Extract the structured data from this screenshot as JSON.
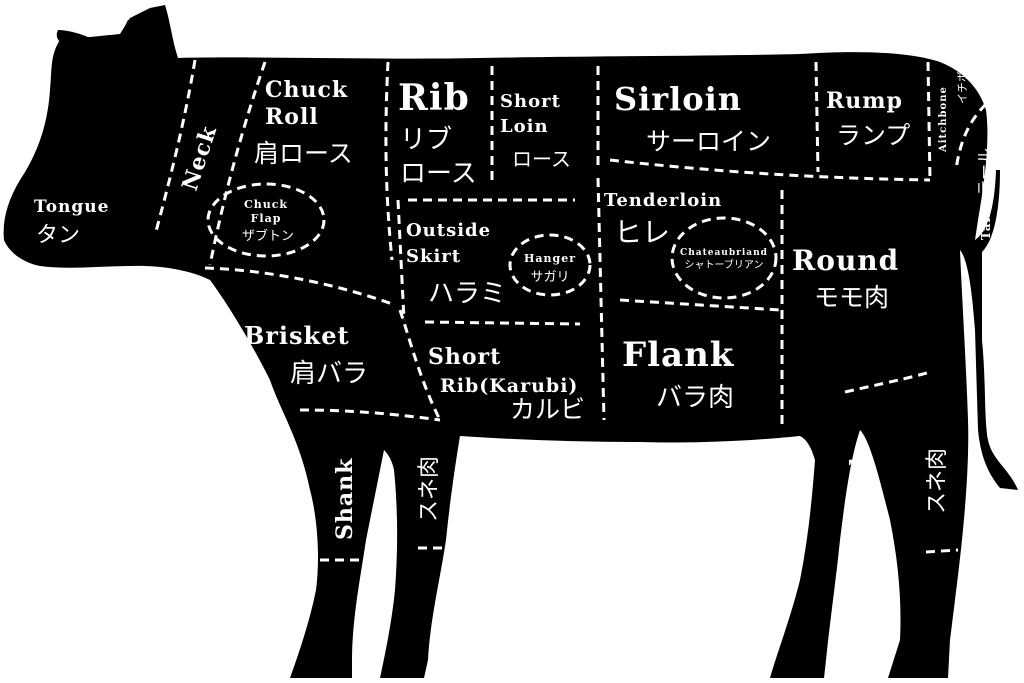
{
  "diagram": {
    "background_color": "#ffffff",
    "silhouette_color": "#000000",
    "label_color": "#ffffff",
    "cuts": {
      "tongue": {
        "en": "Tongue",
        "jp": "タン"
      },
      "neck": {
        "en": "Neck",
        "jp": ""
      },
      "chuck_roll": {
        "en_line1": "Chuck",
        "en_line2": "Roll",
        "jp": "肩ロース"
      },
      "chuck_flap": {
        "en_line1": "Chuck",
        "en_line2": "Flap",
        "jp": "ザブトン"
      },
      "rib": {
        "en": "Rib",
        "jp_line1": "リブ",
        "jp_line2": "ロース"
      },
      "short_loin": {
        "en_line1": "Short",
        "en_line2": "Loin",
        "jp": "ロース"
      },
      "sirloin": {
        "en": "Sirloin",
        "jp": "サーロイン"
      },
      "rump": {
        "en": "Rump",
        "jp": "ランプ"
      },
      "aitchbone": {
        "en": "Aitchbone",
        "jp": "イチボ"
      },
      "tail": {
        "en": "Tail",
        "jp": "テール"
      },
      "outside_skirt": {
        "en_line1": "Outside",
        "en_line2": "Skirt",
        "jp": "ハラミ"
      },
      "hanger": {
        "en": "Hanger",
        "jp": "サガリ"
      },
      "tenderloin": {
        "en": "Tenderloin",
        "jp": "ヒレ"
      },
      "chateaubriand": {
        "en": "Chateaubriand",
        "jp": "シャトーブリアン"
      },
      "round": {
        "en": "Round",
        "jp": "モモ肉"
      },
      "brisket": {
        "en": "Brisket",
        "jp": "肩バラ"
      },
      "short_rib": {
        "en_line1": "Short",
        "en_line2": "Rib(Karubi)",
        "jp": "カルビ"
      },
      "flank": {
        "en": "Flank",
        "jp": "バラ肉"
      },
      "shank_front": {
        "en": "Shank",
        "jp": "スネ肉"
      },
      "shank_rear": {
        "en": "Shank",
        "jp": "スネ肉"
      }
    }
  }
}
